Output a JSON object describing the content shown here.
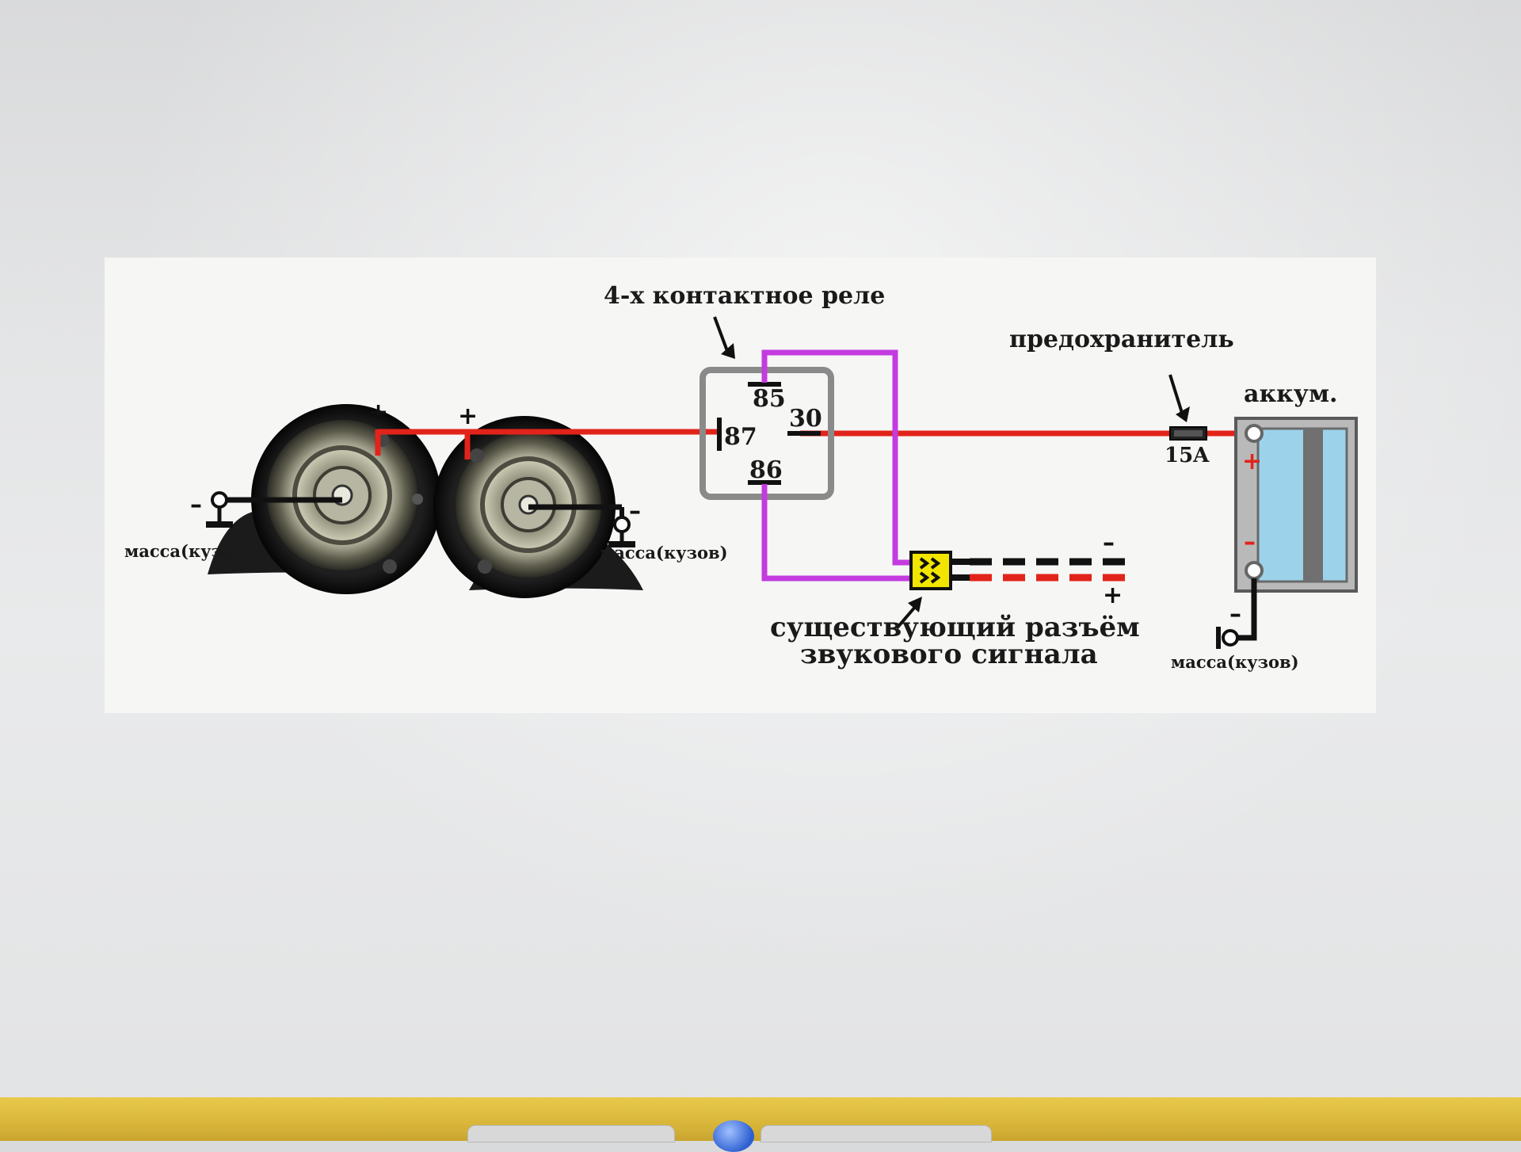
{
  "diagram": {
    "relay_title": "4-х контактное реле",
    "relay_pins": {
      "p85": "85",
      "p86": "86",
      "p87": "87",
      "p30": "30"
    },
    "fuse_label": "предохранитель",
    "fuse_rating": "15A",
    "battery_label": "аккум.",
    "ground_label": "масса(кузов)",
    "connector_label_line1": "существующий разъём",
    "connector_label_line2": "звукового сигнала",
    "plus": "+",
    "minus": "–",
    "colors": {
      "power_wire": "#e2231a",
      "control_wire": "#c43be0",
      "relay_box": "#8a8a8a",
      "connector": "#f2e600",
      "battery": "#9cd3ea"
    },
    "icons": [
      "horn-left-icon",
      "horn-right-icon",
      "relay-icon",
      "fuse-icon",
      "battery-icon",
      "ground-icon",
      "connector-icon",
      "arrow-icon"
    ]
  }
}
